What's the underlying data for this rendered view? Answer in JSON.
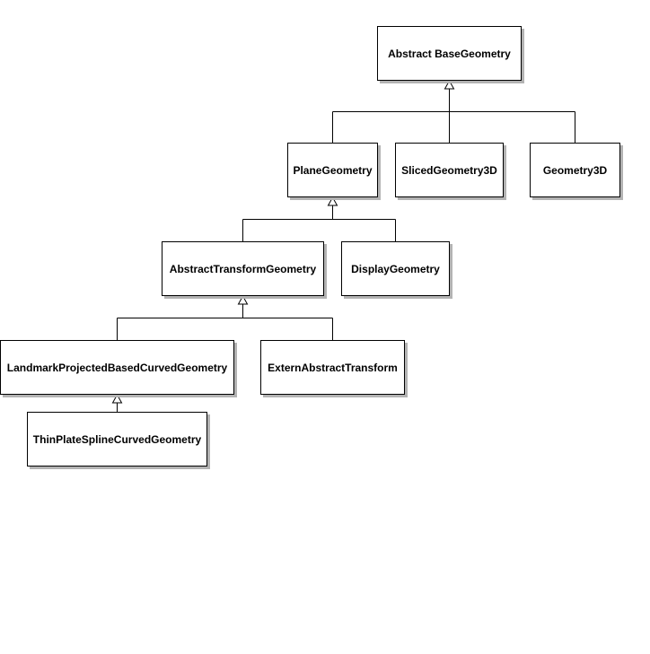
{
  "diagram": {
    "nodes": {
      "abstract_base_geometry": "Abstract BaseGeometry",
      "plane_geometry": "PlaneGeometry",
      "sliced_geometry_3d": "SlicedGeometry3D",
      "geometry_3d": "Geometry3D",
      "abstract_transform_geometry": "AbstractTransformGeometry",
      "display_geometry": "DisplayGeometry",
      "landmark_projected_based_curved_geometry": "LandmarkProjectedBasedCurvedGeometry",
      "extern_abstract_transform": "ExternAbstractTransform",
      "thin_plate_spline_curved_geometry": "ThinPlateSplineCurvedGeometry"
    },
    "relationships": [
      {
        "type": "inheritance",
        "parent": "abstract_base_geometry",
        "children": [
          "plane_geometry",
          "sliced_geometry_3d",
          "geometry_3d"
        ]
      },
      {
        "type": "inheritance",
        "parent": "plane_geometry",
        "children": [
          "abstract_transform_geometry",
          "display_geometry"
        ]
      },
      {
        "type": "inheritance",
        "parent": "abstract_transform_geometry",
        "children": [
          "landmark_projected_based_curved_geometry",
          "extern_abstract_transform"
        ]
      },
      {
        "type": "inheritance",
        "parent": "landmark_projected_based_curved_geometry",
        "children": [
          "thin_plate_spline_curved_geometry"
        ]
      }
    ],
    "colors": {
      "line": "#000000",
      "box_fill": "#ffffff",
      "shadow": "#b3b3b3"
    }
  }
}
